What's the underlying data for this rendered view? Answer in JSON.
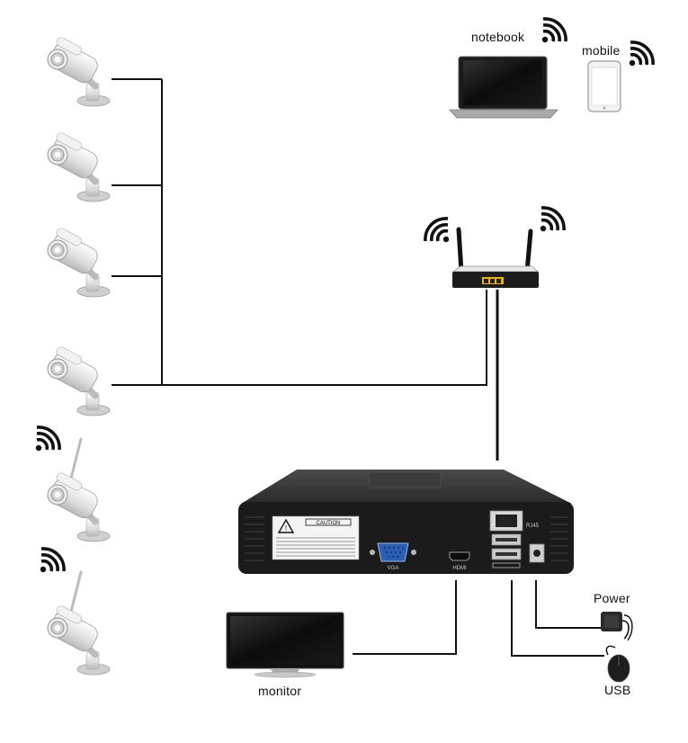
{
  "labels": {
    "notebook": "notebook",
    "mobile": "mobile",
    "power": "Power",
    "usb": "USB",
    "monitor": "monitor"
  },
  "nvr": {
    "vga_label": "VGA",
    "hdmi_label": "HDMI",
    "rj45_label": "RJ45",
    "caution_title": "CAUTION"
  },
  "cameras": [
    {
      "id": "camera-1",
      "wireless": false
    },
    {
      "id": "camera-2",
      "wireless": false
    },
    {
      "id": "camera-3",
      "wireless": false
    },
    {
      "id": "camera-4",
      "wireless": false
    },
    {
      "id": "camera-5",
      "wireless": true
    },
    {
      "id": "camera-6",
      "wireless": true
    }
  ],
  "colors": {
    "wire": "#111111",
    "device_dark": "#1b1b1b",
    "camera_body": "#e9e9e9",
    "router_accent": "#f0b400",
    "vga_blue": "#2b5fb6"
  }
}
